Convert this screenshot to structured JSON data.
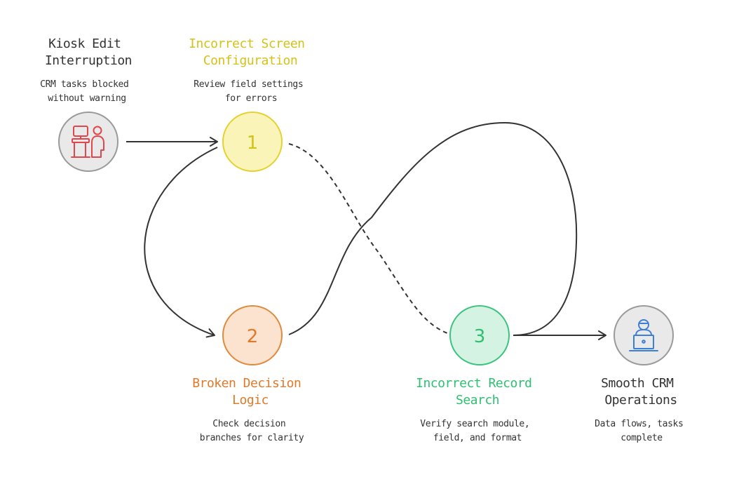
{
  "colors": {
    "dark": "#333333",
    "yellow": "#d4c21a",
    "orange": "#e07a2a",
    "green": "#2fbf71",
    "red": "#e0474c",
    "blue": "#3d7fd6"
  },
  "start": {
    "title_lines": [
      "Kiosk Edit",
      "Interruption"
    ],
    "desc_lines": [
      "CRM tasks blocked",
      "without warning"
    ],
    "icon": "kiosk-person-icon"
  },
  "steps": [
    {
      "number": "1",
      "title_lines": [
        "Incorrect Screen",
        "Configuration"
      ],
      "desc_lines": [
        "Review field settings",
        "for errors"
      ]
    },
    {
      "number": "2",
      "title_lines": [
        "Broken Decision",
        "Logic"
      ],
      "desc_lines": [
        "Check decision",
        "branches for clarity"
      ]
    },
    {
      "number": "3",
      "title_lines": [
        "Incorrect Record",
        "Search"
      ],
      "desc_lines": [
        "Verify search module,",
        "field, and format"
      ]
    }
  ],
  "end": {
    "title_lines": [
      "Smooth CRM",
      "Operations"
    ],
    "desc_lines": [
      "Data flows, tasks",
      "complete"
    ],
    "icon": "laptop-user-icon"
  }
}
